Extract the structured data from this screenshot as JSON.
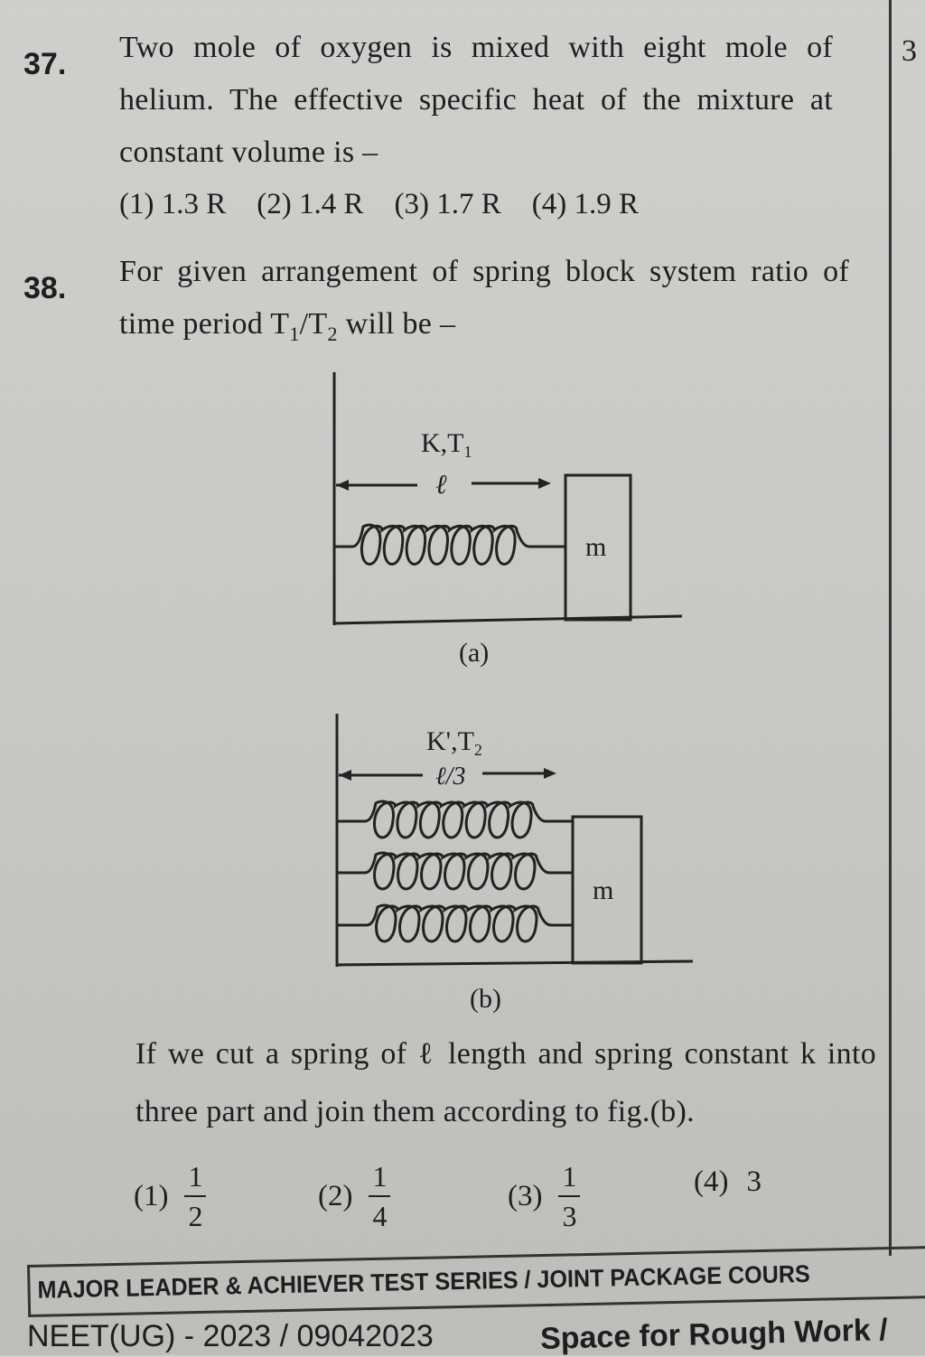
{
  "side": {
    "page_fragment": "3"
  },
  "q37": {
    "number": "37.",
    "text": "Two mole of oxygen is mixed with eight mole of helium. The effective specific heat of the mixture at constant volume is –",
    "options": [
      "(1)  1.3 R",
      "(2)  1.4 R",
      "(3)  1.7 R",
      "(4)  1.9 R"
    ]
  },
  "q38": {
    "number": "38.",
    "text_before": "For given arrangement of spring block system ratio of time period T",
    "sub1": "1",
    "slash": "/T",
    "sub2": "2",
    "text_after": " will be –",
    "fig_a": {
      "label_k": "K,T",
      "label_sub": "1",
      "length": "ℓ",
      "mass": "m",
      "caption": "(a)"
    },
    "fig_b": {
      "label_k": "K',T",
      "label_sub": "2",
      "length": "ℓ/3",
      "mass": "m",
      "caption": "(b)"
    },
    "note": "If we cut a spring of ℓ length and spring constant k into three part and join them according to fig.(b).",
    "options": [
      {
        "label": "(1)",
        "num": "1",
        "den": "2"
      },
      {
        "label": "(2)",
        "num": "1",
        "den": "4"
      },
      {
        "label": "(3)",
        "num": "1",
        "den": "3"
      },
      {
        "label": "(4)",
        "value": "3"
      }
    ]
  },
  "footer": {
    "series": "MAJOR LEADER & ACHIEVER TEST SERIES / JOINT PACKAGE COURS",
    "code": "NEET(UG) - 2023 / 09042023",
    "rough": "Space for Rough Work /"
  }
}
